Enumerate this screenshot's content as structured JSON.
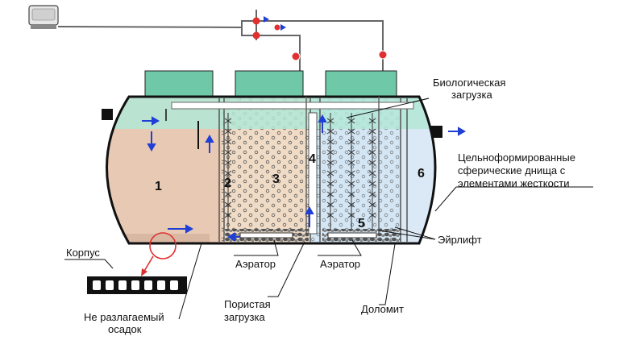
{
  "chambers": [
    "1",
    "2",
    "3",
    "4",
    "5",
    "6"
  ],
  "labels": {
    "bio_load": [
      "Биологическая",
      "загрузка"
    ],
    "spherical": [
      "Цельноформированные",
      "сферические днища с",
      "элементами жесткости"
    ],
    "airlift": "Эйрлифт",
    "body": "Корпус",
    "aerator_left": "Аэратор",
    "aerator_right": "Аэратор",
    "porous_load": [
      "Пористая",
      "загрузка"
    ],
    "dolomite": "Доломит",
    "sediment": [
      "Не разлагаемый",
      "осадок"
    ]
  },
  "colors": {
    "sediment_zone": "#e8c9b4",
    "water_top": "#b3e8d6",
    "porous_zone": "#f0dcc6",
    "bio_zone": "#d4e6f4",
    "clean_zone": "#dbe9f6",
    "tank_outline": "#111111",
    "flow_arrow": "#1f3fd6",
    "valve": "#e03030",
    "hatch": "#6fc9a8"
  },
  "icons": [
    "air-compressor-icon",
    "valve-icon",
    "flow-arrow-icon",
    "body-section-icon",
    "magnifier-circle-icon"
  ]
}
